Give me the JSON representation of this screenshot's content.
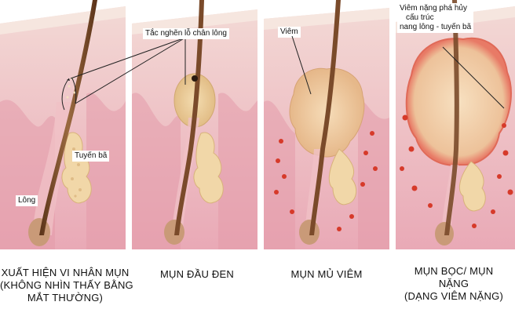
{
  "labels": {
    "tac_nghen": "Tắc nghẽn lỗ chân  lông",
    "tuyen_ba": "Tuyến bã",
    "long": "Lông",
    "viem": "Viêm",
    "viem_nang": [
      "Viêm nặng phá hủy",
      "cấu trúc",
      "nang lông - tuyến bã"
    ]
  },
  "captions": {
    "stage1": [
      "XUẤT HIỆN VI NHÂN MỤN",
      "(KHÔNG NHÌN THẤY BẰNG",
      "MẮT THƯỜNG)"
    ],
    "stage2": [
      "MỤN ĐẦU ĐEN"
    ],
    "stage3": [
      "MỤN MỦ VIÊM"
    ],
    "stage4": [
      "MỤN BỌC/ MỤN",
      "NẶNG",
      "(DẠNG VIÊM NẶNG)"
    ]
  },
  "colors": {
    "skin_top": "#f4dcd2",
    "dermis": "#e8a8b4",
    "dermis_dark": "#d98898",
    "hair": "#7a4a2a",
    "gland": "#f1d7a8",
    "inflamed": "#f2c9a8",
    "pus_dot": "#d63a2a"
  }
}
